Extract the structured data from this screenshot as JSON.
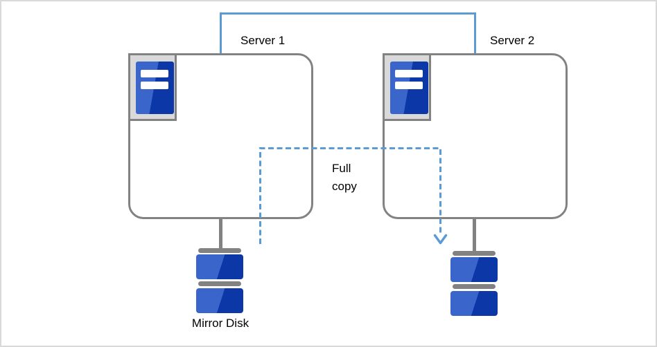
{
  "diagram": {
    "title_hint": "server mirroring full copy diagram",
    "server1": {
      "label": "Server 1"
    },
    "server2": {
      "label": "Server 2"
    },
    "full_copy_label": "Full\ncopy",
    "mirror_disk_label": "Mirror Disk",
    "colors": {
      "accent_blue": "#5b9bd5",
      "outline_gray": "#828282",
      "icon_bg_gray": "#d9d9d9",
      "device_blue_light": "#3a66cc",
      "device_blue_dark": "#0b38a6",
      "background": "#ffffff",
      "frame_border": "#d9d9d9"
    }
  }
}
